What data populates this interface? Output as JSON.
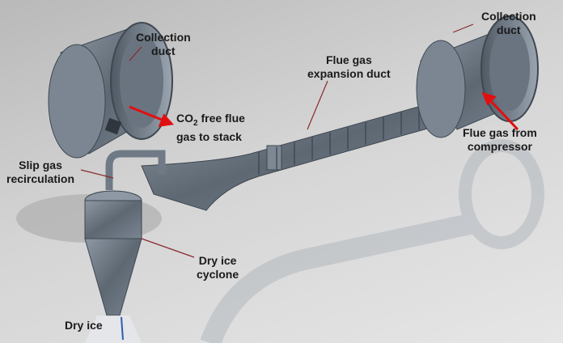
{
  "labels": {
    "collection_duct_left": "Collection\nduct",
    "collection_duct_right": "Collection\nduct",
    "flue_gas_expansion_duct": "Flue gas\nexpansion duct",
    "co2_prefix": "CO",
    "co2_sub": "2",
    "co2_rest": " free flue\ngas to stack",
    "flue_gas_from_compressor": "Flue gas from\ncompressor",
    "slip_gas_recirculation": "Slip gas\nrecirculation",
    "dry_ice_cyclone": "Dry ice\ncyclone",
    "dry_ice": "Dry ice"
  },
  "colors": {
    "arrow": "#e01010",
    "leader": "#8a2a2a",
    "metal": "#6f7a86"
  }
}
